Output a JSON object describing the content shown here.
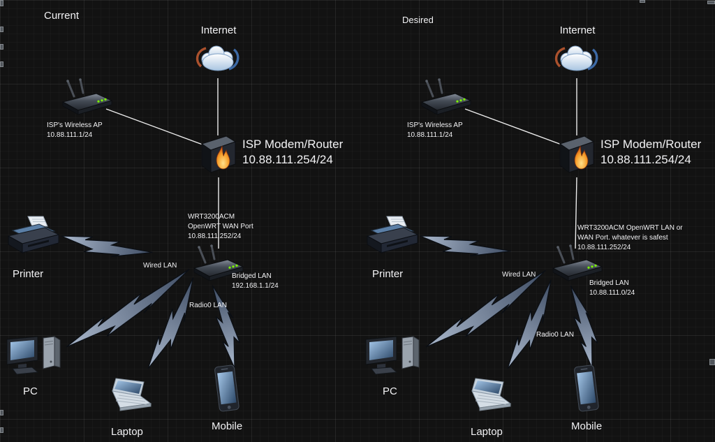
{
  "canvas": {
    "background": "#121212",
    "grid_color": "#1d1d1d",
    "wire_color": "#ededed",
    "bolt_light": "#aab8cc",
    "bolt_dark": "#3e4c63",
    "led_color": "#7cfc00",
    "flame_color": "#f59e2a"
  },
  "icons": {
    "internet": "internet-cloud-icon",
    "ap": "wireless-ap-icon",
    "modem": "firewall-router-icon",
    "router": "wifi-router-icon",
    "printer": "printer-icon",
    "pc": "desktop-pc-icon",
    "laptop": "laptop-icon",
    "mobile": "smartphone-icon",
    "wired_link": "straight-line-connector",
    "wireless_link": "lightning-bolt-connector"
  },
  "current": {
    "title": "Current",
    "internet": "Internet",
    "ap_label": "ISP's Wireless AP\n10.88.111.1/24",
    "modem_label": "ISP Modem/Router\n10.88.111.254/24",
    "router_label": "WRT3200ACM\nOpenWRT WAN Port\n10.88.111.252/24",
    "wired_lan": "Wired LAN",
    "bridged_lan": "Bridged LAN\n192.168.1.1/24",
    "radio_lan": "Radio0 LAN",
    "printer": "Printer",
    "pc": "PC",
    "laptop": "Laptop",
    "mobile": "Mobile"
  },
  "desired": {
    "title": "Desired",
    "internet": "Internet",
    "ap_label": "ISP's Wireless AP\n10.88.111.1/24",
    "modem_label": "ISP Modem/Router\n10.88.111.254/24",
    "router_label": "WRT3200ACM OpenWRT LAN or\nWAN Port. whatever is safest\n10.88.111.252/24",
    "wired_lan": "Wired LAN",
    "bridged_lan": "Bridged LAN\n10.88.111.0/24",
    "radio_lan": "Radio0 LAN",
    "printer": "Printer",
    "pc": "PC",
    "laptop": "Laptop",
    "mobile": "Mobile"
  }
}
